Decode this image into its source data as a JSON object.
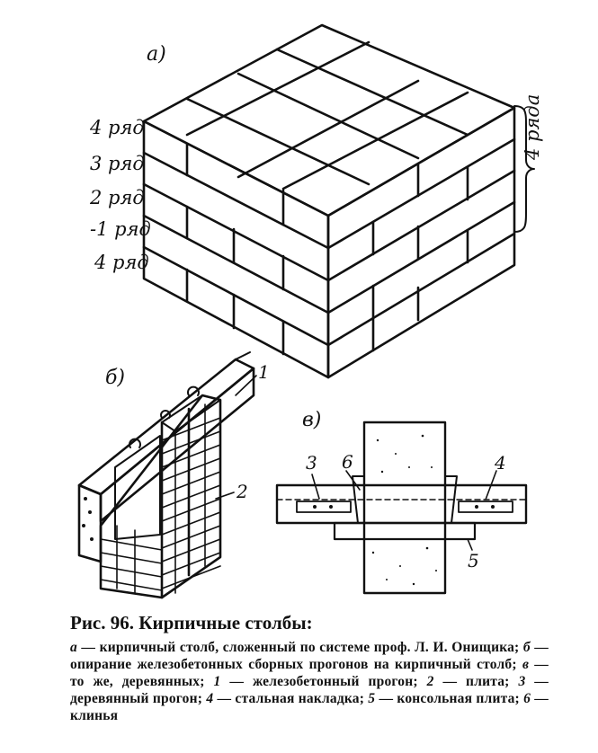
{
  "figure": {
    "part_a_label": "а)",
    "part_b_label": "б)",
    "part_v_label": "в)",
    "row_labels": [
      "4 ряд",
      "3 ряд",
      "2 ряд",
      "-1 ряд",
      "4 ряд"
    ],
    "brace_label": "4 ряда",
    "b_callouts": [
      "1",
      "2"
    ],
    "v_callouts": [
      "3",
      "6",
      "4",
      "5"
    ]
  },
  "caption": {
    "title": "Рис. 96. Кирпичные столбы:",
    "body": [
      {
        "k": "а",
        "t": " — кирпичный столб, сложенный по системе проф. Л. И. Онищика; "
      },
      {
        "k": "б",
        "t": " — опирание железобетонных сборных прогонов на кирпичный столб; "
      },
      {
        "k": "в",
        "t": " — то же, деревянных; "
      },
      {
        "k": "1",
        "t": " — железобетонный прогон; "
      },
      {
        "k": "2",
        "t": " — плита; "
      },
      {
        "k": "3",
        "t": " — деревянный прогон; "
      },
      {
        "k": "4",
        "t": " — стальная накладка; "
      },
      {
        "k": "5",
        "t": " — консольная плита; "
      },
      {
        "k": "6",
        "t": " — клинья"
      }
    ]
  }
}
